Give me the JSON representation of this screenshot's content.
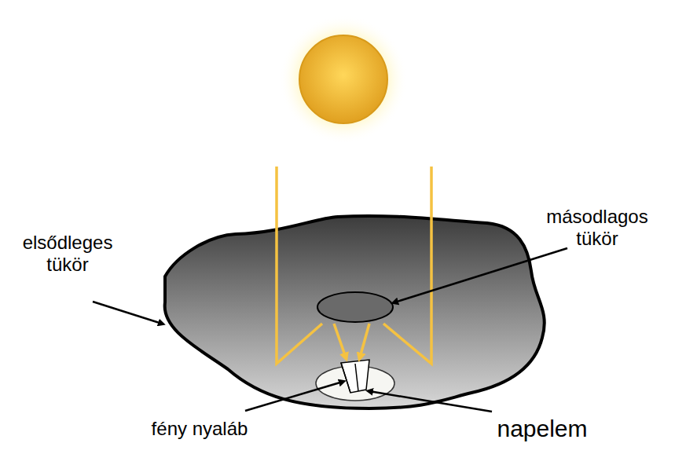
{
  "diagram": {
    "labels": [
      "elsődleges tükör",
      "másodlagos tükör",
      "fény nyaláb",
      "napelem"
    ]
  }
}
